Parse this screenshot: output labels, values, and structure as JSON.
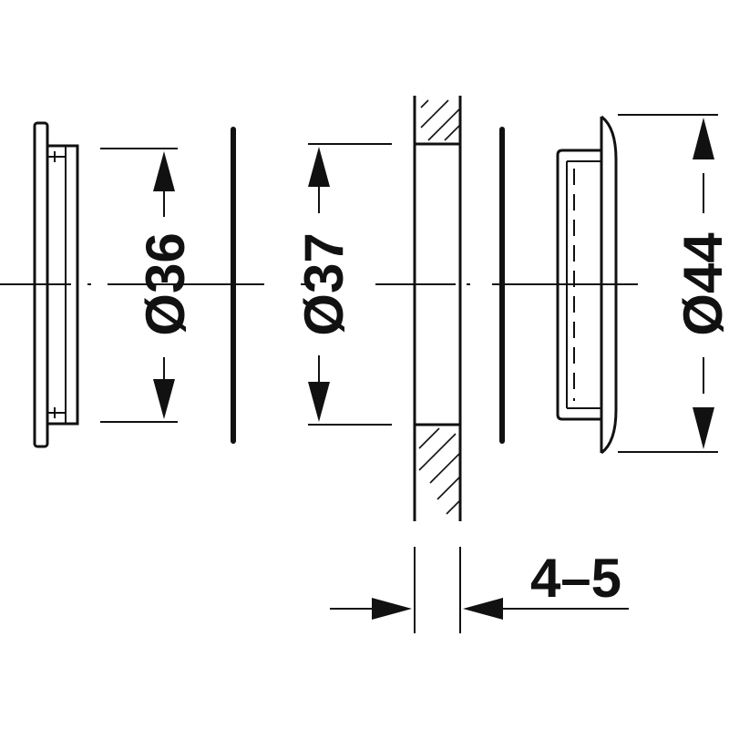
{
  "dimensions": {
    "diameter_left": "Ø36",
    "diameter_middle": "Ø37",
    "diameter_right": "Ø44",
    "thickness": "4–5"
  },
  "colors": {
    "line": "#111111",
    "background": "#ffffff"
  }
}
